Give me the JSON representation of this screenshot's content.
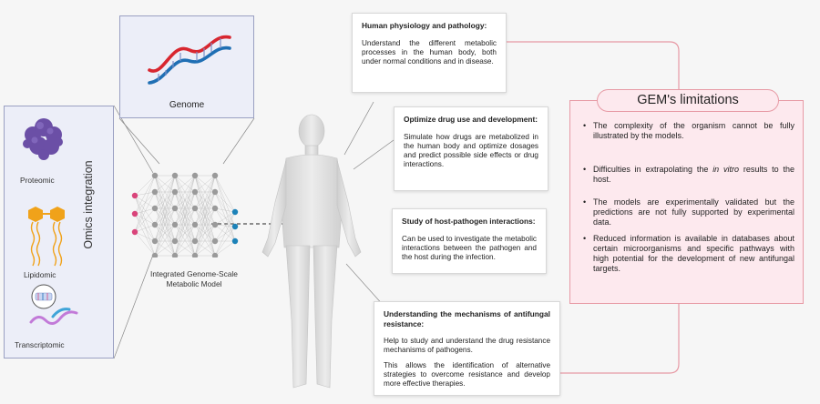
{
  "omics": {
    "title": "Omics integration",
    "proteomic": "Proteomic",
    "lipidomic": "Lipidomic",
    "transcriptomic": "Transcriptomic"
  },
  "genome": {
    "label": "Genome"
  },
  "model": {
    "line1": "Integrated Genome-Scale",
    "line2": "Metabolic Model"
  },
  "boxes": {
    "physiology": {
      "title": "Human physiology and pathology:",
      "text": "Understand the different metabolic processes in the human body, both under normal conditions and in disease."
    },
    "drug": {
      "title": "Optimize drug use and development:",
      "text": "Simulate how drugs are metabolized in the human body and optimize dosages and predict possible side effects or drug interactions."
    },
    "pathogen": {
      "title": "Study of host-pathogen interactions:",
      "text": "Can be used to investigate the metabolic interactions between the pathogen and the host during the infection."
    },
    "resistance": {
      "title": "Understanding the mechanisms of antifungal resistance:",
      "text1": "Help to study and understand the drug resistance mechanisms of pathogens.",
      "text2": "This allows the identification of alternative strategies to overcome resistance and develop more effective therapies."
    }
  },
  "limitations": {
    "title": "GEM's limitations",
    "item1": "The complexity of the organism cannot be fully illustrated by the models.",
    "item2_pre": "Difficulties in extrapolating the ",
    "item2_em": "in vitro",
    "item2_post": " results to the host.",
    "item3": "The models are experimentally validated but the predictions are not fully supported by experimental data.",
    "item4": "Reduced information is available in databases about certain microorganisms and specific pathways with high potential for the development of new antifungal targets."
  },
  "colors": {
    "panel_fill": "#eceef8",
    "panel_border": "#9aa0c2",
    "limitation_fill": "#fde9ee",
    "limitation_border": "#e79aa5",
    "input_node": "#d9447a",
    "hidden_node": "#9a9a9a",
    "output_node": "#1c82b8",
    "protein": "#6b4fa6",
    "lipid_head": "#f0a21a",
    "dna_red": "#d8262f",
    "dna_blue": "#1f6fb4"
  },
  "icons": [
    "dna-icon",
    "protein-icon",
    "lipid-icon",
    "rna-icon",
    "human-body-icon",
    "neural-network-icon"
  ]
}
